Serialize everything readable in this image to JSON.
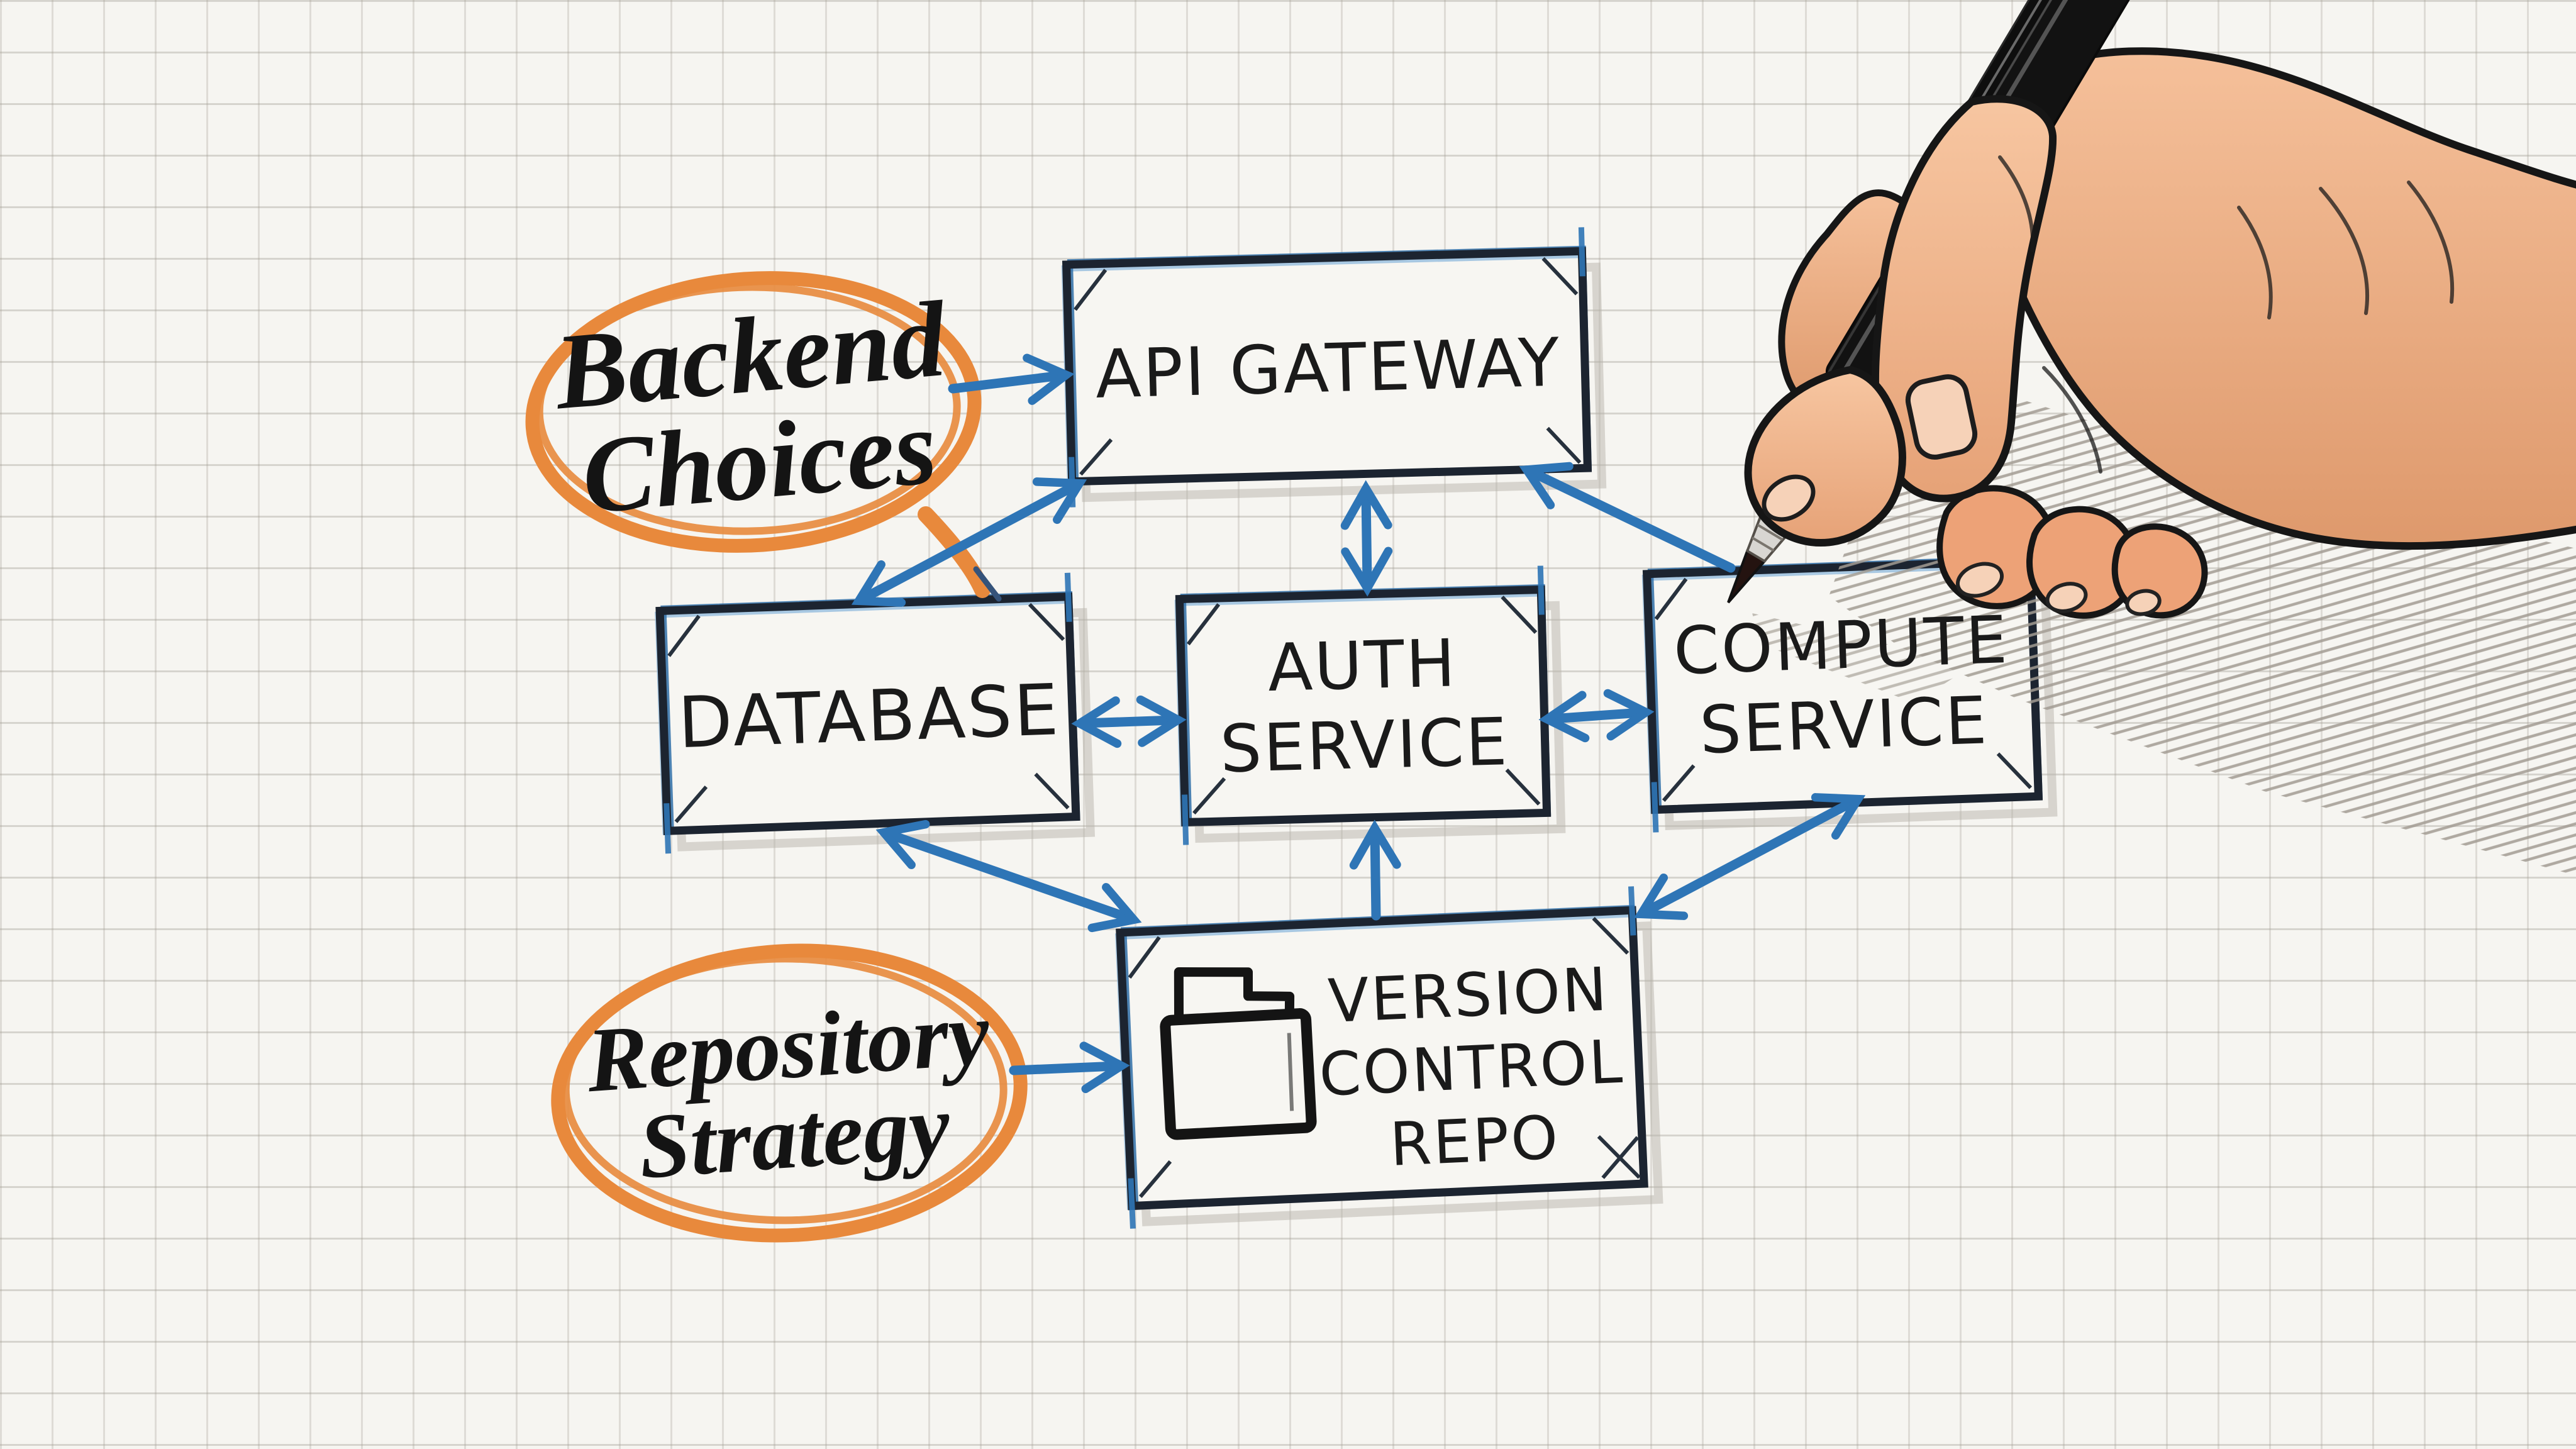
{
  "diagram": {
    "annotations": {
      "backend_choices": {
        "line1": "Backend",
        "line2": "Choices"
      },
      "repository_strategy": {
        "line1": "Repository",
        "line2": "Strategy"
      }
    },
    "nodes": {
      "api_gateway": {
        "label": "API GATEWAY"
      },
      "database": {
        "label": "DATABASE"
      },
      "auth_service": {
        "line1": "AUTH",
        "line2": "SERVICE"
      },
      "compute_service": {
        "line1": "COMPUTE",
        "line2": "SERVICE"
      },
      "version_control_repo": {
        "line1": "VERSION",
        "line2": "CONTROL",
        "line3": "REPO"
      }
    },
    "edges": [
      {
        "from": "backend-choices",
        "to": "api-gateway",
        "style": "arrow"
      },
      {
        "from": "database",
        "to": "api-gateway",
        "style": "double-arrow"
      },
      {
        "from": "api-gateway",
        "to": "auth-service",
        "style": "double-arrow"
      },
      {
        "from": "compute-service",
        "to": "api-gateway",
        "style": "arrow"
      },
      {
        "from": "database",
        "to": "auth-service",
        "style": "double-arrow"
      },
      {
        "from": "auth-service",
        "to": "compute-service",
        "style": "double-arrow"
      },
      {
        "from": "database",
        "to": "version-control-repo",
        "style": "double-arrow"
      },
      {
        "from": "version-control-repo",
        "to": "auth-service",
        "style": "arrow"
      },
      {
        "from": "version-control-repo",
        "to": "compute-service",
        "style": "double-arrow"
      },
      {
        "from": "repository-strategy",
        "to": "version-control-repo",
        "style": "arrow"
      }
    ],
    "icons": {
      "folder": "folder-icon",
      "pen": "pen-icon",
      "hand": "hand-with-pen-icon"
    },
    "colors": {
      "paper": "#f6f5f1",
      "grid": "#cfccc5",
      "ink_blue": "#2e75b6",
      "sketch_navy": "#1c2430",
      "marker_orange": "#e8893c",
      "text_ink": "#1a1a1a",
      "skin": "#f0b08a",
      "shadow_gray": "#a29c93"
    }
  }
}
